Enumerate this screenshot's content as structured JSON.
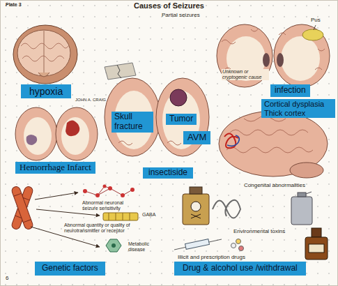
{
  "diagram": {
    "title": "Causes of Seizures",
    "nodes": [
      {
        "text": [
          "hypoxia"
        ]
      },
      {
        "text": [
          "infection"
        ]
      },
      {
        "text": [
          "Cortical dysplasia Thick cortex"
        ]
      },
      {
        "text": [
          "Skull fracture"
        ]
      },
      {
        "text": [
          "Tumor"
        ]
      },
      {
        "text": [
          "AVM"
        ]
      },
      {
        "text": [
          "Hemorrhage Infarct"
        ]
      },
      {
        "text": [
          "insectiside"
        ]
      },
      {
        "text": [
          "Genetic factors"
        ]
      },
      {
        "text": [
          "Drug & alcohol use /withdrawal"
        ]
      }
    ],
    "labels": [
      "Plate 3",
      "Partial seizures",
      "Pus",
      "Unknown or cryptogenic cause",
      "JOHN A. CRAIG",
      "Congenital abnormalities",
      "Abnormal neuronal seizure sensitivity",
      "GABA",
      "Abnormal quantity or quality of neurotransmitter or receptor",
      "Metabolic disease",
      "Environmental toxins",
      "Illicit and prescription drugs",
      "6"
    ]
  }
}
